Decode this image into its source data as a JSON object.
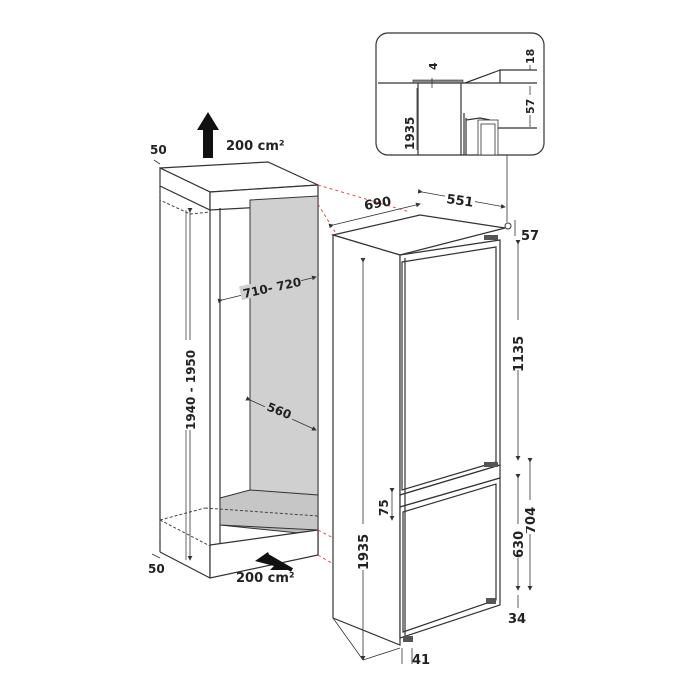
{
  "diagram": {
    "type": "built-in refrigerator installation dimensions",
    "colors": {
      "line": "#333333",
      "panel": "#d0d0d0",
      "dashed_reference": "#d9534f",
      "background": "#ffffff"
    }
  },
  "cabinet": {
    "ventilation_top": "200 cm²",
    "ventilation_bottom": "200 cm²",
    "top_offset": "50",
    "bottom_offset": "50",
    "niche_height": "1940 - 1950",
    "niche_depth": "560",
    "niche_width": "710- 720"
  },
  "appliance": {
    "depth": "690",
    "width": "551",
    "top_clearance": "57",
    "upper_door_height": "1135",
    "door_gap": "75",
    "lower_section_height": "704",
    "lower_door_height": "630",
    "bottom_offset": "34",
    "height": "1935",
    "foot_depth": "41"
  },
  "detail_inset": {
    "height": "1935",
    "gap": "4",
    "top_thickness": "18",
    "hinge_offset": "57"
  }
}
